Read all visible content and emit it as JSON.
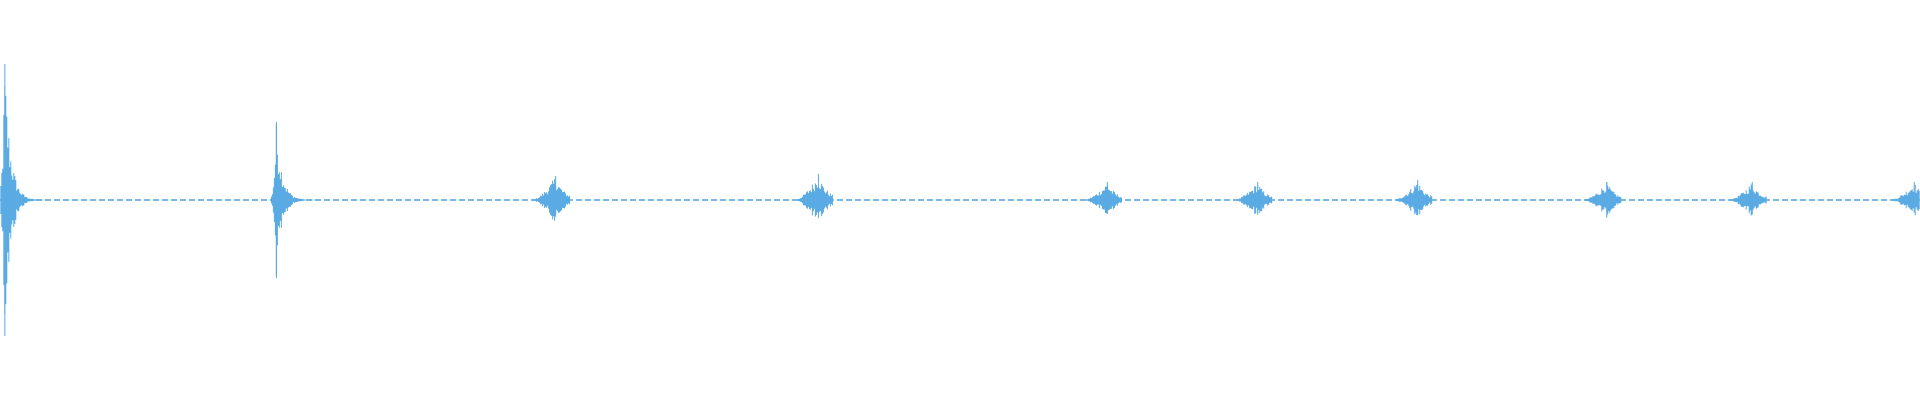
{
  "waveform": {
    "color": "#5aaae3",
    "bursts": [
      {
        "time_s": 0.05,
        "peak": 0.68,
        "onset": "sharp"
      },
      {
        "time_s": 2.85,
        "peak": 0.39,
        "onset": "sharp"
      },
      {
        "time_s": 5.73,
        "peak": 0.12,
        "onset": "ramp"
      },
      {
        "time_s": 8.44,
        "peak": 0.13,
        "onset": "ramp"
      },
      {
        "time_s": 11.42,
        "peak": 0.09,
        "onset": "ramp"
      },
      {
        "time_s": 12.97,
        "peak": 0.09,
        "onset": "ramp"
      },
      {
        "time_s": 14.62,
        "peak": 0.1,
        "onset": "ramp"
      },
      {
        "time_s": 16.57,
        "peak": 0.09,
        "onset": "ramp"
      },
      {
        "time_s": 18.07,
        "peak": 0.09,
        "onset": "ramp"
      },
      {
        "time_s": 19.74,
        "peak": 0.09,
        "onset": "ramp"
      }
    ],
    "duration_s": 19.8,
    "baseline_level": 0.01
  }
}
